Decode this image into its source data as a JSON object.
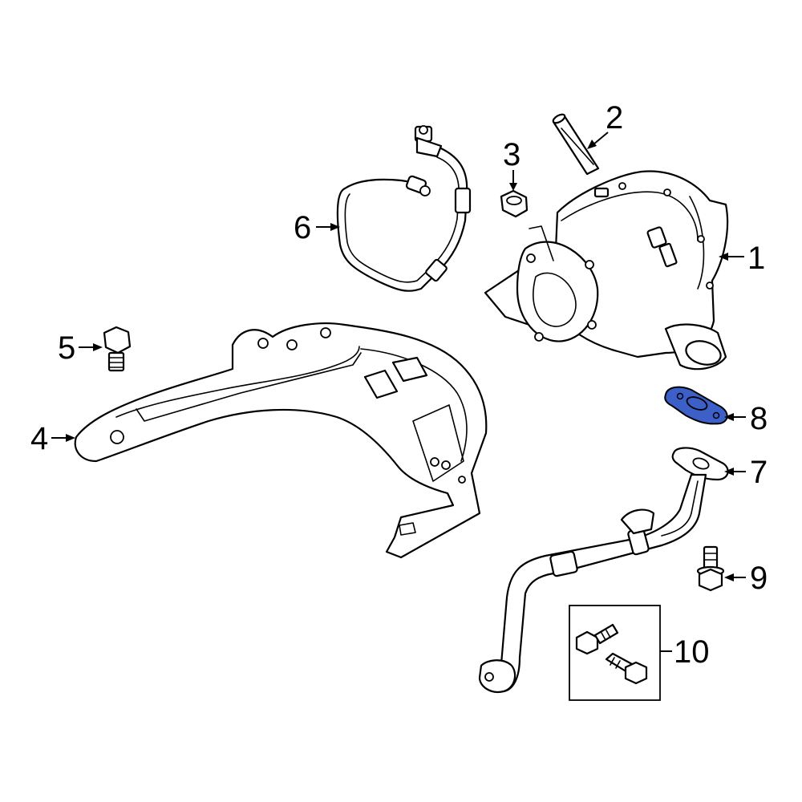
{
  "callouts": [
    {
      "id": "1",
      "label": "1"
    },
    {
      "id": "2",
      "label": "2"
    },
    {
      "id": "3",
      "label": "3"
    },
    {
      "id": "4",
      "label": "4"
    },
    {
      "id": "5",
      "label": "5"
    },
    {
      "id": "6",
      "label": "6"
    },
    {
      "id": "7",
      "label": "7"
    },
    {
      "id": "8",
      "label": "8"
    },
    {
      "id": "9",
      "label": "9"
    },
    {
      "id": "10",
      "label": "10"
    }
  ],
  "colors": {
    "highlight": "#3d5fc8",
    "line": "#000000",
    "background": "#ffffff"
  }
}
